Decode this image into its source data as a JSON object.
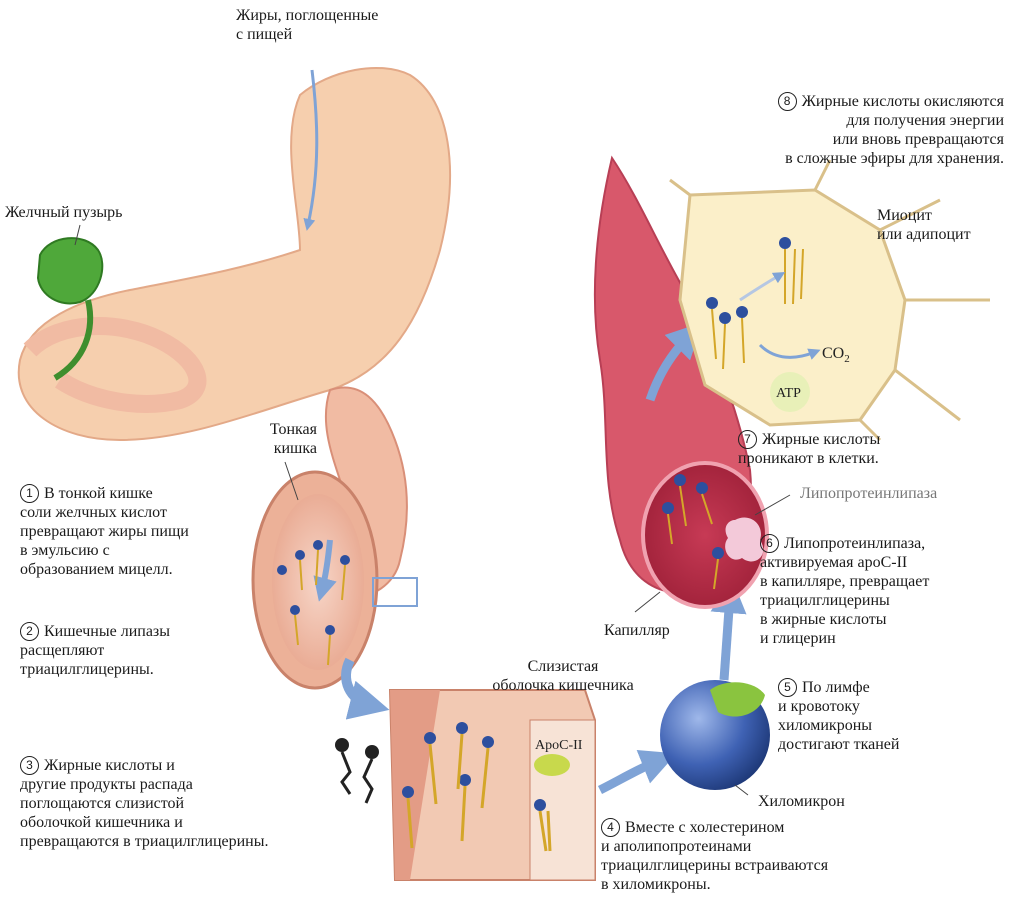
{
  "labels": {
    "dietary_fats": "Жиры, поглощенные\nс пищей",
    "gallbladder": "Желчный пузырь",
    "small_intestine": "Тонкая\nкишка",
    "intestinal_mucosa": "Слизистая\nоболочка кишечника",
    "capillary": "Капилляр",
    "lipoprotein_lipase": "Липопротеинлипаза",
    "myocyte": "Миоцит\nили адипоцит",
    "chylomicron": "Хиломикрон",
    "apoc": "ApoC-II",
    "atp": "ATP",
    "co2": "CO",
    "co2_sub": "2"
  },
  "steps": [
    {
      "num": "1",
      "text": "В тонкой кишке\nсоли желчных кислот\nпревращают жиры пищи\nв эмульсию с\nобразованием мицелл."
    },
    {
      "num": "2",
      "text": "Кишечные липазы\nрасщепляют\nтриацилглицерины."
    },
    {
      "num": "3",
      "text": "Жирные кислоты и\nдругие продукты распада\nпоглощаются слизистой\nоболочкой кишечника и\nпревращаются в триацилглицерины."
    },
    {
      "num": "4",
      "text": "Вместе с холестерином\nи аполипопротеинами\nтриацилглицерины встраиваются\nв хиломикроны."
    },
    {
      "num": "5",
      "text": "По лимфе\nи кровотоку\nхиломикроны\nдостигают тканей"
    },
    {
      "num": "6",
      "text": "Липопротеинлипаза,\nактивируемая apoC-II\nв капилляре, превращает\nтриацилглицерины\nв жирные кислоты\nи глицерин"
    },
    {
      "num": "7",
      "text": "Жирные кислоты\nпроникают в клетки."
    },
    {
      "num": "8",
      "text": "Жирные кислоты окисляются\nдля получения энергии\nили вновь превращаются\nв сложные эфиры для хранения."
    }
  ],
  "colors": {
    "stomach": "#f6cfae",
    "intestine": "#f1bba3",
    "gallbladder": "#4fa83a",
    "capillary": "#d8586b",
    "capillary_inner": "#b92c45",
    "cell": "#fbefc9",
    "cell_border": "#d9c08a",
    "chylomicron": "#3f62b4",
    "arrow": "#7fa3d6",
    "head": "#2d4f9e",
    "tail": "#d4a629"
  }
}
